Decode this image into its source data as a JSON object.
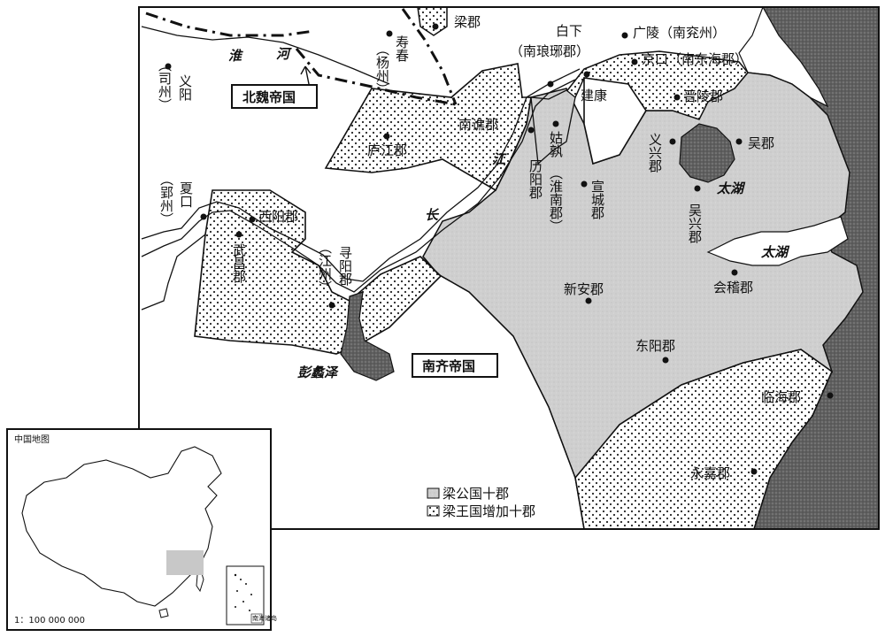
{
  "map": {
    "labels": {
      "yiyang": "义阳",
      "sizhou": "（司州）",
      "huaihe_1": "淮",
      "huaihe_2": "河",
      "beiwei": "北魏帝国",
      "shouchun": "寿春",
      "yangzhou": "（杨州）",
      "liangjun": "梁郡",
      "baixia": "白下",
      "nanlangya": "（南琅琊郡）",
      "guangling": "广陵（南兖州）",
      "jingkou": "京口（南东海郡）",
      "jiankang": "建康",
      "jinling": "晋陵郡",
      "nanqiao": "南谯郡",
      "lujiang": "庐江郡",
      "gushu": "姑孰",
      "huainan": "（淮南郡）",
      "liyang": "历阳郡",
      "xuancheng": "宣城郡",
      "yixing": "义兴郡",
      "wujun": "吴郡",
      "taihu_1": "太湖",
      "wuxing": "吴兴郡",
      "taihu_2": "太湖",
      "jiang": "江",
      "chang": "长",
      "xiakou": "夏口",
      "yingzhou": "（郢州）",
      "xiyang": "西阳郡",
      "wuchang": "武昌郡",
      "xunyang": "寻阳郡",
      "jiangzhou": "（江州）",
      "xinan": "新安郡",
      "kuaiji": "会稽郡",
      "dongyang": "东阳郡",
      "pengli": "彭蠡泽",
      "nanqi": "南齐帝国",
      "linhai": "临海郡",
      "yongjia": "永嘉郡"
    },
    "legend": {
      "gray_label": "梁公国十郡",
      "dotted_label": "梁王国增加十郡"
    },
    "inset": {
      "title": "中国地图",
      "scale": "1：100 000 000",
      "corner_label": "南海诸岛"
    },
    "colors": {
      "gray_region": "#d0d0d0",
      "sea": "#6e6e6e",
      "border": "#111111",
      "dot": "#222222"
    }
  }
}
